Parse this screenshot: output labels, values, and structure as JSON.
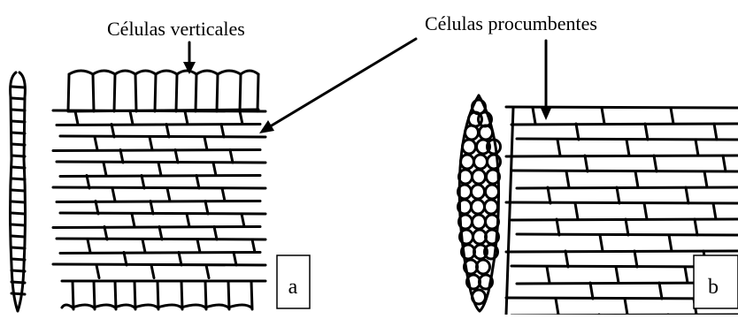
{
  "labels": {
    "vertical_cells": "Células verticales",
    "procumbent_cells": "Células procumbentes"
  },
  "panels": [
    {
      "id": "a",
      "letter": "a"
    },
    {
      "id": "b",
      "letter": "b"
    }
  ],
  "colors": {
    "ink": "#000000",
    "background": "#ffffff"
  }
}
